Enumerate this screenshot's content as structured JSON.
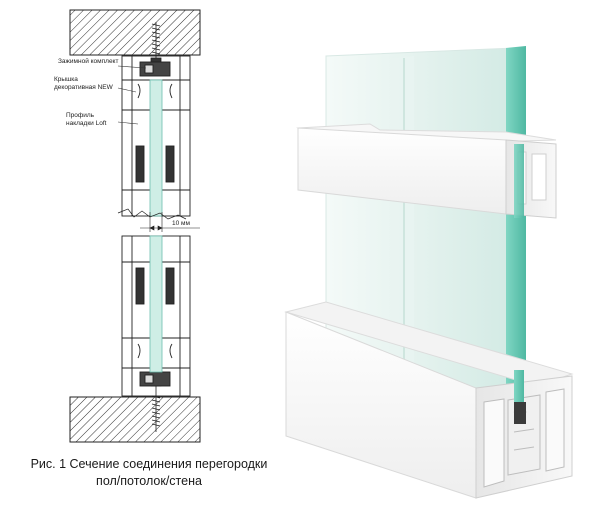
{
  "callouts": {
    "clamp_kit": "Зажимной комплект",
    "cover_line1": "Крышка",
    "cover_line2": "декоративная NEW",
    "profile_line1": "Профиль",
    "profile_line2": "накладки Loft"
  },
  "dimension": "10 мм",
  "caption": {
    "line1": "Рис. 1 Сечение соединения перегородки",
    "line2": "пол/потолок/стена"
  }
}
